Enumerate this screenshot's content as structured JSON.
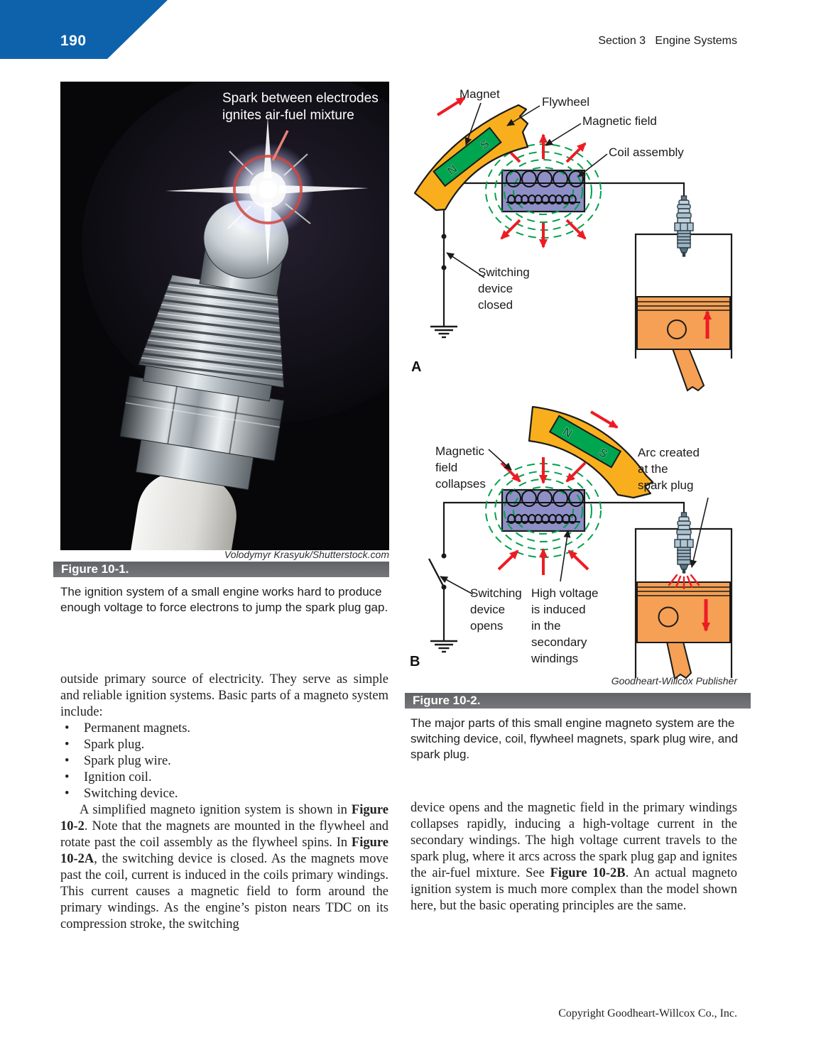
{
  "page": {
    "number": "190",
    "section_header": "Section 3   Engine Systems",
    "copyright": "Copyright Goodheart-Willcox Co., Inc."
  },
  "figure1": {
    "photo_label": "Spark between electrodes\nignites air-fuel mixture",
    "credit": "Volodymyr Krasyuk/Shutterstock.com",
    "bar_label": "Figure 10-1.",
    "caption": "The ignition system of a small engine works hard to produce enough voltage to force electrons to jump the spark plug gap."
  },
  "figure2": {
    "credit": "Goodheart-Willcox Publisher",
    "bar_label": "Figure 10-2.",
    "caption": "The major parts of this small engine magneto system are the switching device, coil, flywheel magnets, spark plug wire, and spark plug.",
    "diagram_a": {
      "panel_label": "A",
      "labels": {
        "magnet": "Magnet",
        "flywheel": "Flywheel",
        "magnetic_field": "Magnetic field",
        "coil_assembly": "Coil assembly",
        "switching": "Switching\ndevice\nclosed",
        "magnet_n": "N",
        "magnet_s": "S"
      }
    },
    "diagram_b": {
      "panel_label": "B",
      "labels": {
        "magnetic_field_collapses": "Magnetic\nfield\ncollapses",
        "arc_created": "Arc created\nat the\nspark plug",
        "switching": "Switching\ndevice\nopens",
        "high_voltage": "High voltage\nis induced\nin the\nsecondary\nwindings",
        "magnet_n": "N",
        "magnet_s": "S"
      }
    },
    "colors": {
      "flywheel_yellow": "#F9AF1D",
      "magnet_green": "#00A550",
      "coil_purple": "#8E8FC7",
      "field_green": "#00A14B",
      "arrow_red": "#ED1C24",
      "piston_orange": "#F5A054",
      "header_blue": "#0E62AC",
      "figure_bar_gray": "#6A6B6E"
    }
  },
  "body_left": {
    "para1": "outside primary source of electricity. They serve as simple and reliable ignition systems. Basic parts of a magneto system include:",
    "bullets": [
      "Permanent magnets.",
      "Spark plug.",
      "Spark plug wire.",
      "Ignition coil.",
      "Switching device."
    ],
    "para2_segments": [
      {
        "text": "A simplified magneto ignition system is shown in ",
        "bold": false
      },
      {
        "text": "Figure 10-2",
        "bold": true
      },
      {
        "text": ". Note that the magnets are mounted in the flywheel and rotate past the coil assembly as the flywheel spins. In ",
        "bold": false
      },
      {
        "text": "Figure 10-2A",
        "bold": true
      },
      {
        "text": ", the switching device is closed. As the magnets move past the coil, current is induced in the coils primary windings. This current causes a magnetic field to form around the primary windings. As the engine’s piston nears TDC on its compression stroke, the switching",
        "bold": false
      }
    ]
  },
  "body_right": {
    "para_segments": [
      {
        "text": "device opens and the magnetic field in the primary windings collapses rapidly, inducing a high-voltage current in the secondary windings. The high voltage current travels to the spark plug, where it arcs across the spark plug gap and ignites the air-fuel mixture. See ",
        "bold": false
      },
      {
        "text": "Figure 10-2B",
        "bold": true
      },
      {
        "text": ". An actual magneto ignition system is much more complex than the model shown here, but the basic operating principles are the same.",
        "bold": false
      }
    ]
  }
}
